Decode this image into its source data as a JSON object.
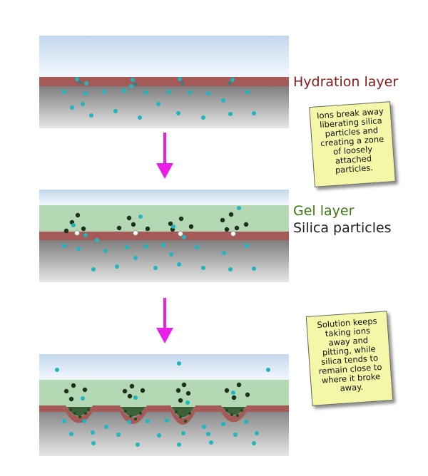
{
  "labels": {
    "hydration": "Hydration layer",
    "gel": "Gel layer",
    "silica": "Silica particles"
  },
  "notes": {
    "note1": "Ions break away liberating silica particles and creating a zone of loosely attached particles.",
    "note2": "Solution keeps taking ions away and pitting, while silica tends to remain close to where it broke away."
  },
  "colors": {
    "solution": "#dce9f6",
    "gel": "#b3d8b3",
    "hydration": "#a65a57",
    "glass": "#8f8f8f",
    "ion": "#1fb6bf",
    "silica": "#1c2e1c",
    "arrow": "#e91ee8",
    "hydration_text": "#8b1a1a",
    "gel_text": "#3a7a10",
    "silica_text": "#222222",
    "note": "#f4f7a8"
  }
}
